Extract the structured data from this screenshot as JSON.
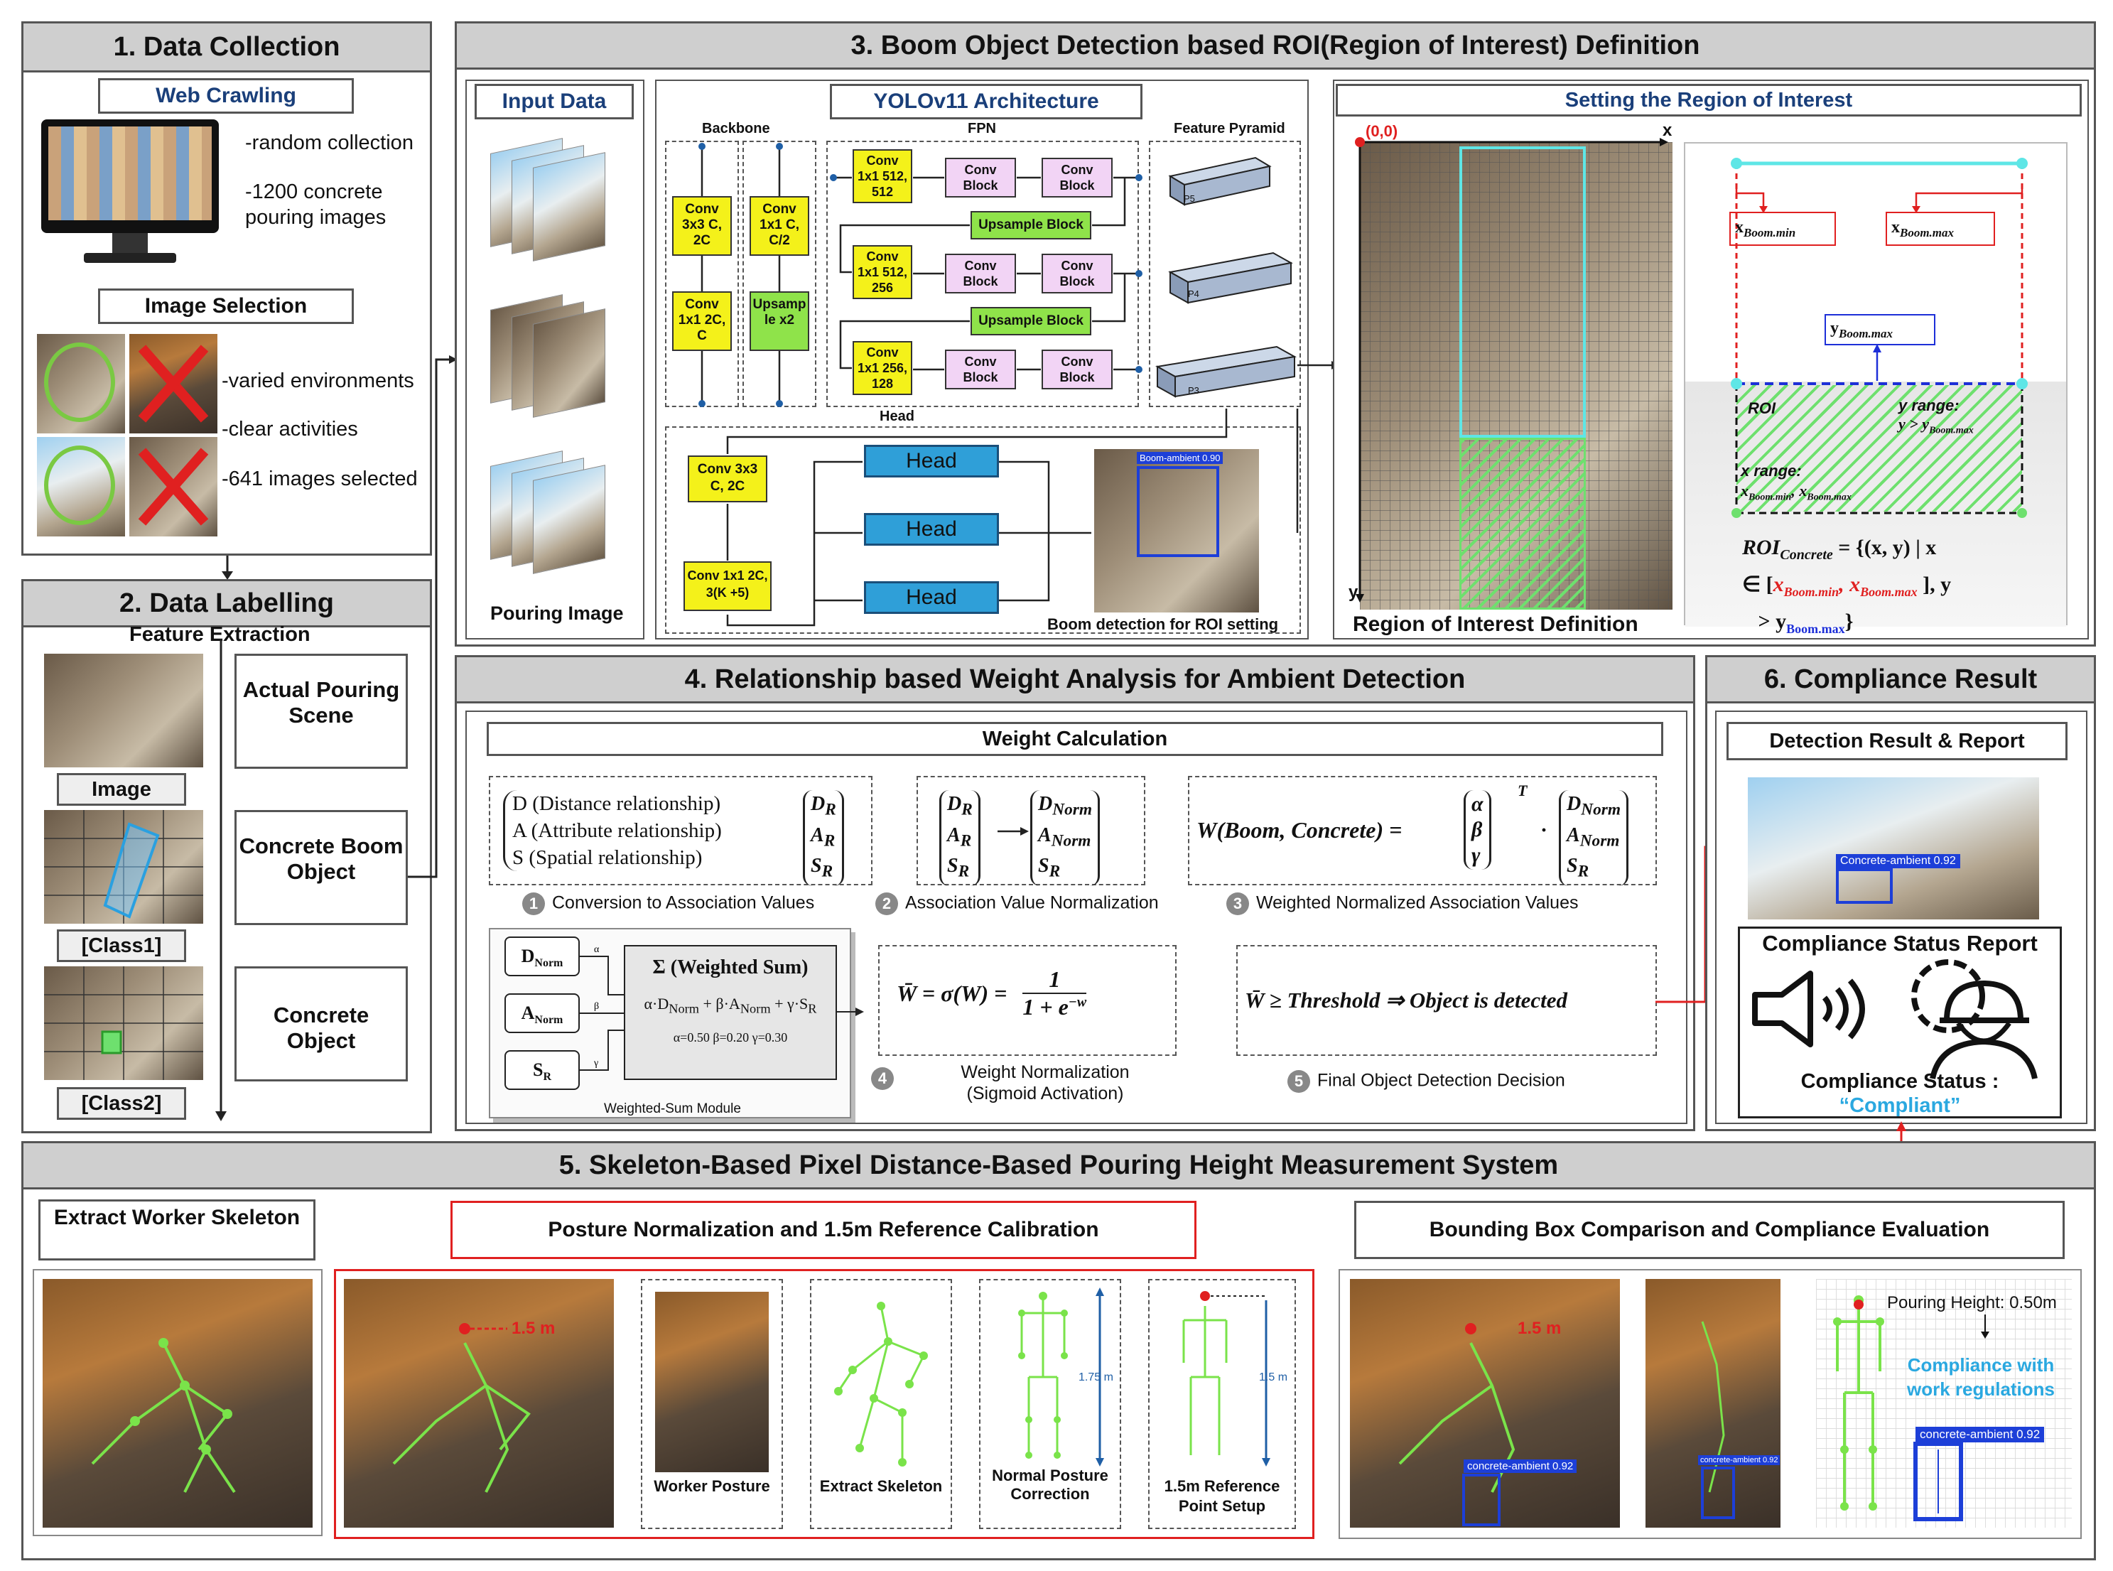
{
  "sec1": {
    "title": "1. Data Collection",
    "web_crawling": "Web Crawling",
    "random": "-random collection",
    "images_count": "-1200 concrete pouring images",
    "image_selection": "Image Selection",
    "varied": "-varied environments",
    "clear": "-clear activities",
    "selected": "-641 images selected"
  },
  "sec2": {
    "title": "2. Data Labelling",
    "feature_extraction": "Feature Extraction",
    "image": "Image",
    "class1": "[Class1]",
    "class2": "[Class2]",
    "actual": "Actual Pouring Scene",
    "boom": "Concrete Boom Object",
    "concrete": "Concrete Object"
  },
  "sec3": {
    "title": "3. Boom Object Detection based ROI(Region of Interest) Definition",
    "input_data": "Input Data",
    "pouring_image": "Pouring Image",
    "yolo": "YOLOv11 Architecture",
    "backbone": "Backbone",
    "fpn": "FPN",
    "feature_pyramid": "Feature Pyramid",
    "head_label": "Head",
    "conv3x3_a": "Conv 3x3 C, 2C",
    "conv1x1_a": "Conv 1x1 2C, C",
    "conv1x1_b": "Conv 1x1 C, C/2",
    "upsample_x2": "Upsamp le x2",
    "fpn_conv1": "Conv 1x1 512, 512",
    "fpn_conv2": "Conv 1x1 512, 256",
    "fpn_conv3": "Conv 1x1 256, 128",
    "conv_block": "Conv Block",
    "upsample_block": "Upsample Block",
    "p5": "P5",
    "p4": "P4",
    "p3": "P3",
    "head_conv3": "Conv 3x3 C, 2C",
    "head_conv1": "Conv 1x1 2C, 3(K +5)",
    "head": "Head",
    "boom_ambient": "Boom-ambient 0.90",
    "boom_detection": "Boom detection for ROI setting",
    "setting_roi": "Setting the Region of Interest",
    "origin": "(0,0)",
    "x": "x",
    "y": "y",
    "roi_def": "Region of Interest Definition",
    "x_boom_min": "x",
    "x_boom_min_sub": "Boom.min",
    "x_boom_max_sub": "Boom.max",
    "y_boom_max_sub": "Boom.max",
    "roi": "ROI",
    "y_range": "y range:",
    "y_range_expr": "y > y",
    "x_range": "x range:",
    "x_range_expr": "x",
    "roi_formula_1": "ROI",
    "roi_formula_sub": "Concrete",
    "roi_formula_2": "= {(x, y) | x",
    "roi_formula_3": "∈ [",
    "roi_formula_4": "], y",
    "roi_formula_5": "> y",
    "roi_formula_6": "}"
  },
  "sec4": {
    "title": "4. Relationship based Weight Analysis for Ambient Detection",
    "weight_calc": "Weight Calculation",
    "d_rel": "D (Distance relationship)",
    "a_rel": "A (Attribute relationship)",
    "s_rel": "S (Spatial relationship)",
    "step1": "Conversion to Association Values",
    "step2": "Association Value Normalization",
    "step3": "Weighted Normalized Association Values",
    "step4": "Weight Normalization (Sigmoid Activation)",
    "step5": "Final Object Detection Decision",
    "w_formula": "W(Boom, Concrete) =",
    "sum_title": "Σ (Weighted Sum)",
    "sum_expr": "α·D_Norm + β·A_Norm + γ·S_R",
    "coeffs": "α=0.50   β=0.20   γ=0.30",
    "module": "Weighted-Sum Module",
    "sigmoid": "W̄ = σ(W) = 1 / (1 + e^−w)",
    "threshold": "W̄ ≥ Threshold ⇒ Object is detected",
    "n1": "1",
    "n2": "2",
    "n3": "3",
    "n4": "4",
    "n5": "5",
    "alpha": "α",
    "beta": "β",
    "gamma": "γ",
    "T": "T"
  },
  "sec5": {
    "title": "5. Skeleton-Based Pixel Distance-Based Pouring Height Measurement System",
    "extract_skeleton": "Extract Worker Skeleton",
    "posture_norm": "Posture Normalization and 1.5m Reference Calibration",
    "bbox_compare": "Bounding Box Comparison and Compliance Evaluation",
    "height_label": "1.5 m",
    "worker_posture": "Worker Posture",
    "extract_skel": "Extract Skeleton",
    "normal_posture": "Normal Posture Correction",
    "ref_setup": "1.5m Reference Point Setup",
    "m175": "1.75 m",
    "m15": "1.5 m",
    "pouring_height": "Pouring Height: 0.50m",
    "compliance_with": "Compliance with work regulations",
    "concrete_ambient": "concrete-ambient 0.92"
  },
  "sec6": {
    "title": "6. Compliance Result",
    "detection_report": "Detection Result & Report",
    "concrete_ambient": "Concrete-ambient 0.92",
    "status_report": "Compliance Status Report",
    "status_label": "Compliance Status :",
    "status_value": "“Compliant”"
  }
}
